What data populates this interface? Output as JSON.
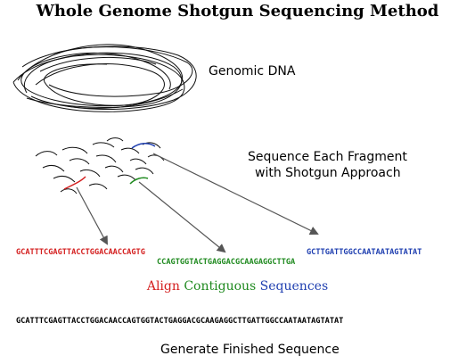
{
  "title": "Whole Genome Shotgun Sequencing Method",
  "labels": {
    "genomic_dna": "Genomic DNA",
    "sequence_fragment_line1": "Sequence Each Fragment",
    "sequence_fragment_line2": "with Shotgun Approach",
    "align_word1": "Align",
    "align_word2": "Contiguous",
    "align_word3": "Sequences",
    "finished": "Generate Finished Sequence"
  },
  "sequences": {
    "red": "GCATTTCGAGTTACCTGGACAACCAGTG",
    "green": "CCAGTGGTACTGAGGACGCAAGAGGCTTGA",
    "blue": "GCTTGATTGGCCAATAATAGTATAT",
    "finished": "GCATTTCGAGTTACCTGGACAACCAGTGGTACTGAGGACGCAAGAGGCTTGATTGGCCAATAATAGTATAT"
  },
  "colors": {
    "red": "#d42020",
    "green": "#1f8a1f",
    "blue": "#1f3fb0",
    "arrow": "#555555",
    "text": "#000000"
  }
}
